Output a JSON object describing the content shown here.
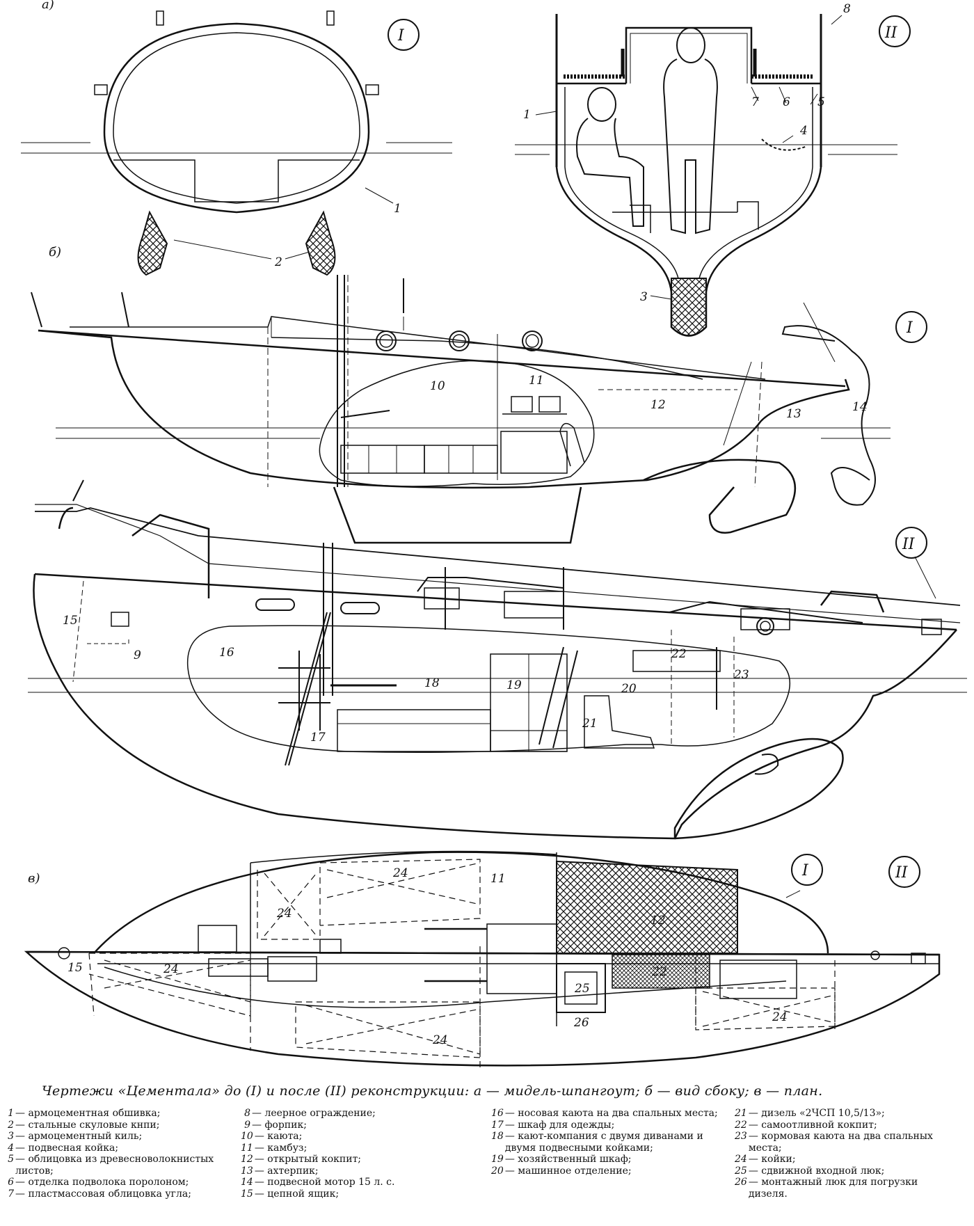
{
  "view_labels": {
    "a": "а)",
    "b": "б)",
    "c": "в)"
  },
  "roman": {
    "one": "I",
    "two": "II"
  },
  "part_numbers": [
    "1",
    "2",
    "3",
    "4",
    "5",
    "6",
    "7",
    "8",
    "9",
    "10",
    "11",
    "12",
    "13",
    "14",
    "15",
    "16",
    "17",
    "18",
    "19",
    "20",
    "21",
    "22",
    "23",
    "24",
    "25",
    "26"
  ],
  "caption": "Чертежи «Цементала» до (I) и после (II) реконструкции: а — мидель-шпангоут; б — вид сбоку; в — план.",
  "legend": [
    [
      {
        "num": "1",
        "text": "— армоцементная обшивка;"
      },
      {
        "num": "2",
        "text": "— стальные скуловые кнпи;"
      },
      {
        "num": "3",
        "text": "— армоцементный киль;"
      },
      {
        "num": "4",
        "text": "— подвесная койка;"
      },
      {
        "num": "5",
        "text": "— облицовка из древесноволокнистых листов;"
      },
      {
        "num": "6",
        "text": "— отделка подволока поролоном;"
      },
      {
        "num": "7",
        "text": "— пластмассовая облицовка угла;"
      }
    ],
    [
      {
        "num": "8",
        "text": "— леерное ограждение;"
      },
      {
        "num": "9",
        "text": "— форпик;"
      },
      {
        "num": "10",
        "text": "— каюта;"
      },
      {
        "num": "11",
        "text": "— камбуз;"
      },
      {
        "num": "12",
        "text": "— открытый кокпит;"
      },
      {
        "num": "13",
        "text": "— ахтерпик;"
      },
      {
        "num": "14",
        "text": "— подвесной мотор 15 л. с."
      },
      {
        "num": "15",
        "text": "— цепной ящик;"
      }
    ],
    [
      {
        "num": "16",
        "text": "— носовая каюта на два спальных места;"
      },
      {
        "num": "17",
        "text": "— шкаф для одежды;"
      },
      {
        "num": "18",
        "text": "— кают-компания с двумя диванами и двумя подвесными койками;"
      },
      {
        "num": "19",
        "text": "— хозяйственный шкаф;"
      },
      {
        "num": "20",
        "text": "— машинное отделение;"
      }
    ],
    [
      {
        "num": "21",
        "text": "— дизель «2ЧСП 10,5/13»;"
      },
      {
        "num": "22",
        "text": "— самоотливной кокпит;"
      },
      {
        "num": "23",
        "text": "— кормовая каюта на два спальных места;"
      },
      {
        "num": "24",
        "text": "— койки;"
      },
      {
        "num": "25",
        "text": "— сдвижной входной люк;"
      },
      {
        "num": "26",
        "text": "— монтажный люк для погрузки дизеля."
      }
    ]
  ]
}
